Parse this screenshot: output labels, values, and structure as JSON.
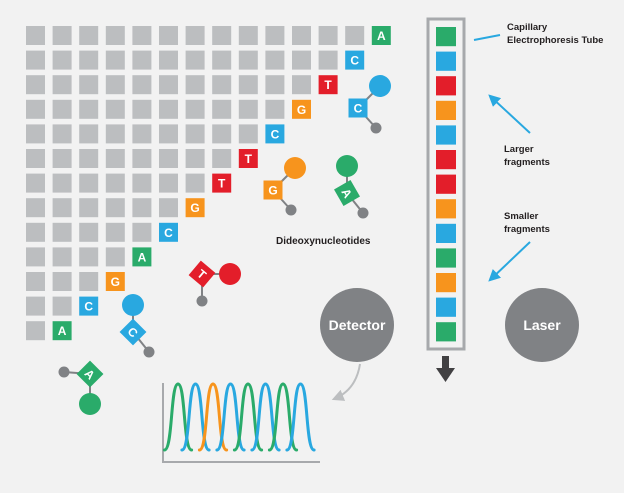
{
  "colors": {
    "A": "#2aab6a",
    "C": "#29a8e0",
    "G": "#f7941d",
    "T": "#e31e2a",
    "gray_square": "#bcbec0",
    "dark_gray": "#808285",
    "arrow_blue": "#29a8e0",
    "tube_border": "#a7a9ac",
    "background": "#f2f2f2"
  },
  "ladder": {
    "rows": [
      {
        "gray_count": 13,
        "letter": "A"
      },
      {
        "gray_count": 12,
        "letter": "C"
      },
      {
        "gray_count": 11,
        "letter": "T"
      },
      {
        "gray_count": 10,
        "letter": "G"
      },
      {
        "gray_count": 9,
        "letter": "C"
      },
      {
        "gray_count": 8,
        "letter": "T"
      },
      {
        "gray_count": 7,
        "letter": "T"
      },
      {
        "gray_count": 6,
        "letter": "G"
      },
      {
        "gray_count": 5,
        "letter": "C"
      },
      {
        "gray_count": 4,
        "letter": "A"
      },
      {
        "gray_count": 3,
        "letter": "G"
      },
      {
        "gray_count": 2,
        "letter": "C"
      },
      {
        "gray_count": 1,
        "letter": "A"
      }
    ]
  },
  "nucleotides": [
    {
      "letter": "C",
      "circle_dir": "up-right",
      "rotate": 0
    },
    {
      "letter": "G",
      "circle_dir": "up-right",
      "rotate": 0
    },
    {
      "letter": "A",
      "circle_dir": "up",
      "rotate": 60
    },
    {
      "letter": "T",
      "circle_dir": "right",
      "rotate": 40
    },
    {
      "letter": "C",
      "circle_dir": "up",
      "rotate": 45
    },
    {
      "letter": "A",
      "circle_dir": "down",
      "rotate": 45
    }
  ],
  "labels": {
    "dideoxy": "Dideoxynucleotides",
    "capillary_line1": "Capillary",
    "capillary_line2": "Electrophoresis Tube",
    "larger_line1": "Larger",
    "larger_line2": "fragments",
    "smaller_line1": "Smaller",
    "smaller_line2": "fragments",
    "detector": "Detector",
    "laser": "Laser"
  },
  "tube_bands": [
    "A",
    "C",
    "T",
    "G",
    "C",
    "T",
    "T",
    "G",
    "C",
    "A",
    "G",
    "C",
    "A"
  ],
  "chromatogram": {
    "peaks": [
      "A",
      "C",
      "G",
      "C",
      "A",
      "C",
      "A",
      "C"
    ]
  }
}
